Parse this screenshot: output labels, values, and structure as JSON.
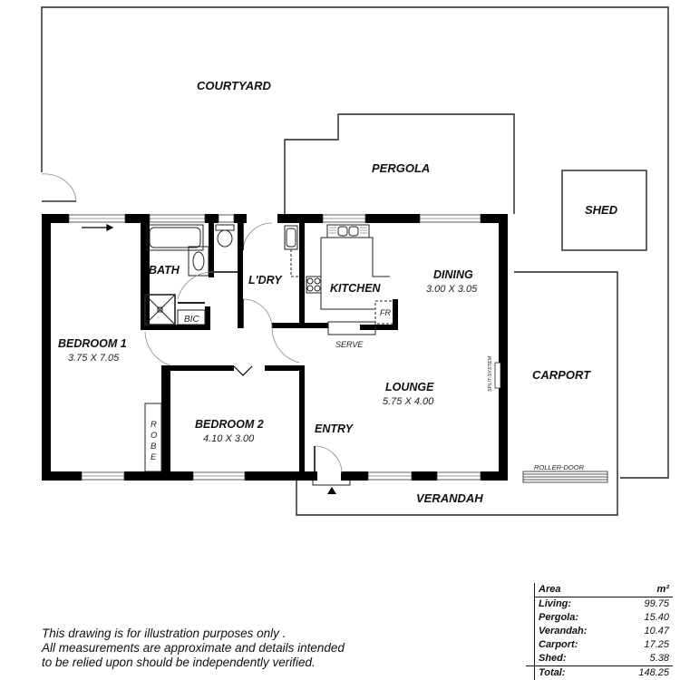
{
  "labels": {
    "courtyard": "COURTYARD",
    "pergola": "PERGOLA",
    "shed": "SHED",
    "carport": "CARPORT",
    "verandah": "VERANDAH",
    "bath": "BATH",
    "bic": "BIC",
    "laundry": "L'DRY",
    "kitchen": "KITCHEN",
    "fridge": "FR",
    "serve": "SERVE",
    "dining": "DINING",
    "dining_dim": "3.00 X 3.05",
    "lounge": "LOUNGE",
    "lounge_dim": "5.75 X 4.00",
    "bedroom1": "BEDROOM 1",
    "bedroom1_dim": "3.75 X 7.05",
    "bedroom2": "BEDROOM 2",
    "bedroom2_dim": "4.10 X 3.00",
    "robe_letters": [
      "R",
      "O",
      "B",
      "E"
    ],
    "entry": "ENTRY",
    "split_system": "SPLIT-SYSTEM",
    "roller_door": "ROLLER-DOOR"
  },
  "disclaimer": {
    "line1": "This drawing is for illustration purposes only .",
    "line2": "All measurements are approximate and details intended",
    "line3": "to be relied upon should be independently verified."
  },
  "area_table": {
    "header_label": "Area",
    "header_unit": "m²",
    "rows": [
      {
        "label": "Living:",
        "value": "99.75"
      },
      {
        "label": "Pergola:",
        "value": "15.40"
      },
      {
        "label": "Verandah:",
        "value": "10.47"
      },
      {
        "label": "Carport:",
        "value": "17.25"
      },
      {
        "label": "Shed:",
        "value": "5.38"
      }
    ],
    "total_label": "Total:",
    "total_value": "148.25"
  }
}
